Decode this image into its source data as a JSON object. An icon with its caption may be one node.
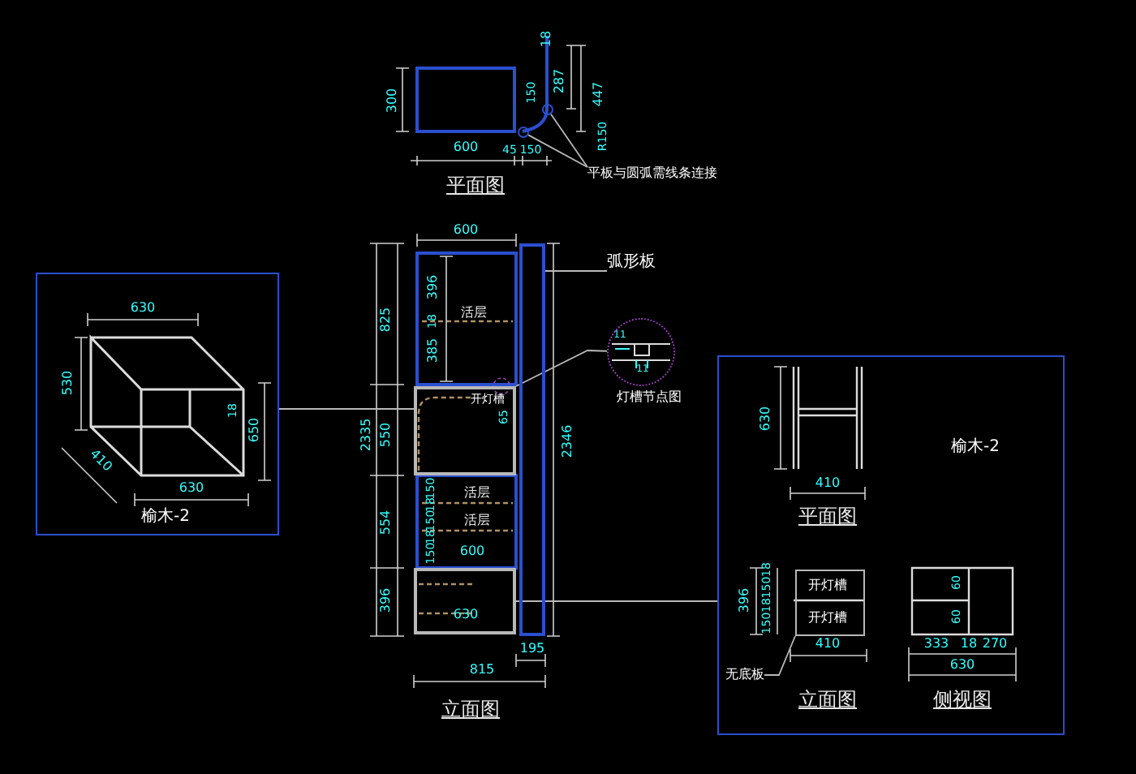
{
  "diagram": {
    "nodes": [
      {
        "text": [
          "平板与圆弧需线条连接"
        ]
      },
      {
        "text": [],
        "shape": "circle"
      },
      {
        "text": [],
        "shape": "circle"
      },
      {
        "text": [],
        "shape": "box"
      },
      {
        "text": [
          "弧形板"
        ]
      },
      {
        "text": [
          "榆木-2"
        ]
      },
      {
        "text": [
          "开灯槽"
        ]
      },
      {
        "text": [],
        "shape": "circle",
        "beside": [
          "灯槽节点图"
        ]
      },
      {
        "text": [],
        "shape": "box"
      },
      {
        "text": [
          "榆木-2"
        ]
      },
      {
        "text": [
          "开灯槽",
          "开灯槽"
        ],
        "in": 9
      },
      {
        "text": [
          "无底板"
        ],
        "in": 9
      }
    ],
    "edges": [
      {
        "from": 0,
        "to": 1,
        "arrow": "none"
      },
      {
        "from": 0,
        "to": 2,
        "arrow": "none"
      },
      {
        "from": 4,
        "to": 3,
        "arrow": "none"
      },
      {
        "from": 5,
        "to": 6,
        "arrow": "none"
      },
      {
        "from": 7,
        "to": 6,
        "arrow": "none"
      },
      {
        "from": 9,
        "to": 8,
        "arrow": "none"
      },
      {
        "from": 11,
        "to": 10,
        "arrow": "none"
      }
    ],
    "labels": [
      "18",
      "300",
      "150",
      "287",
      "447",
      "R150",
      "600",
      "45",
      "150",
      "平面图",
      "600",
      "825",
      "396",
      "18",
      "385",
      "活层",
      "2335",
      "550",
      "65",
      "2346",
      "554",
      "150",
      "18",
      "150",
      "18",
      "150",
      "活层",
      "活层",
      "600",
      "396",
      "630",
      "195",
      "815",
      "立面图",
      "630",
      "530",
      "18",
      "650",
      "410",
      "630",
      "11",
      "11",
      "630",
      "410",
      "平面图",
      "396",
      "18",
      "150",
      "18",
      "150",
      "410",
      "立面图",
      "60",
      "60",
      "333",
      "18",
      "270",
      "630",
      "侧视图"
    ]
  }
}
